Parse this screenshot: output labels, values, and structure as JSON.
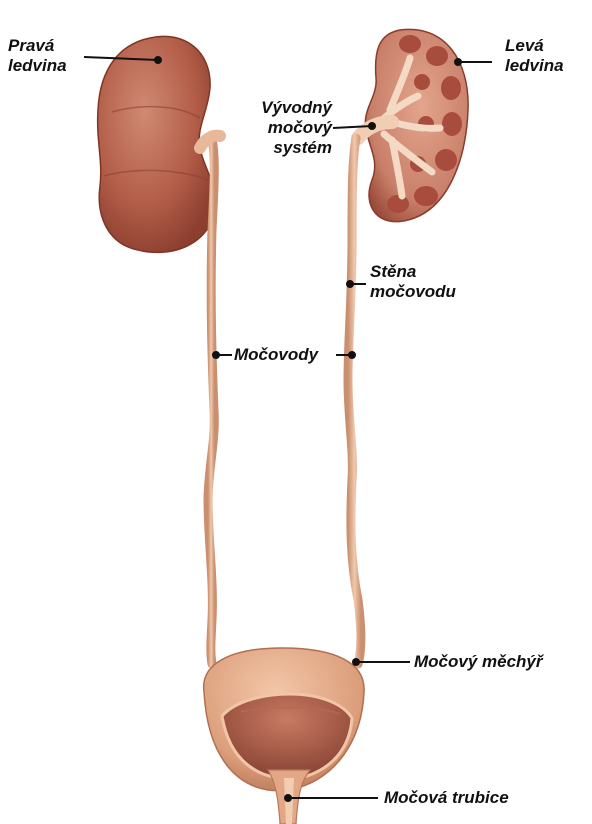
{
  "labels": {
    "right_kidney": [
      "Pravá",
      "ledvina"
    ],
    "left_kidney": [
      "Levá",
      "ledvina"
    ],
    "collecting_system": [
      "Vývodný",
      "močový",
      "systém"
    ],
    "ureter_wall": [
      "Stěna",
      "močovodu"
    ],
    "ureters": "Močovody",
    "bladder": "Močový měchýř",
    "urethra": "Močová trubice"
  },
  "colors": {
    "kidney": "#b5604b",
    "kidney_shadow": "#8e3f30",
    "kidney_cortex": "#c77a62",
    "pyramid": "#a34a3c",
    "ureter": "#e8b89a",
    "ureter_edge": "#c98f6f",
    "bladder": "#e2a785",
    "bladder_inner": "#9b5240",
    "leader": "#111111"
  }
}
